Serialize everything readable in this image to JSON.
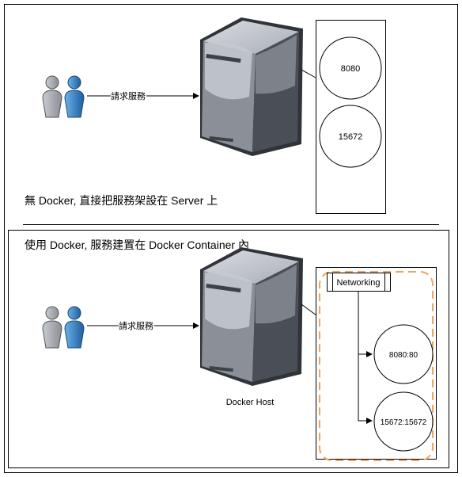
{
  "colors": {
    "frame": "#000000",
    "dashed_border": "#f0a35e",
    "server_front": "#4a4f57",
    "server_top": "#c4c8cf",
    "server_side": "#8d9199",
    "user_gray": "#a9adb3",
    "user_blue": "#3d85c6"
  },
  "top_section": {
    "request_label": "請求服務",
    "ports": [
      "8080",
      "15672"
    ],
    "caption": "無 Docker, 直接把服務架設在 Server 上",
    "icons": [
      "users-icon",
      "server-icon"
    ]
  },
  "bottom_section": {
    "heading": "使用 Docker, 服務建置在 Docker Container 內",
    "request_label": "請求服務",
    "host_label": "Docker Host",
    "networking_label": "Networking",
    "port_mappings": [
      "8080:80",
      "15672:15672"
    ],
    "icons": [
      "users-icon",
      "server-icon"
    ]
  }
}
